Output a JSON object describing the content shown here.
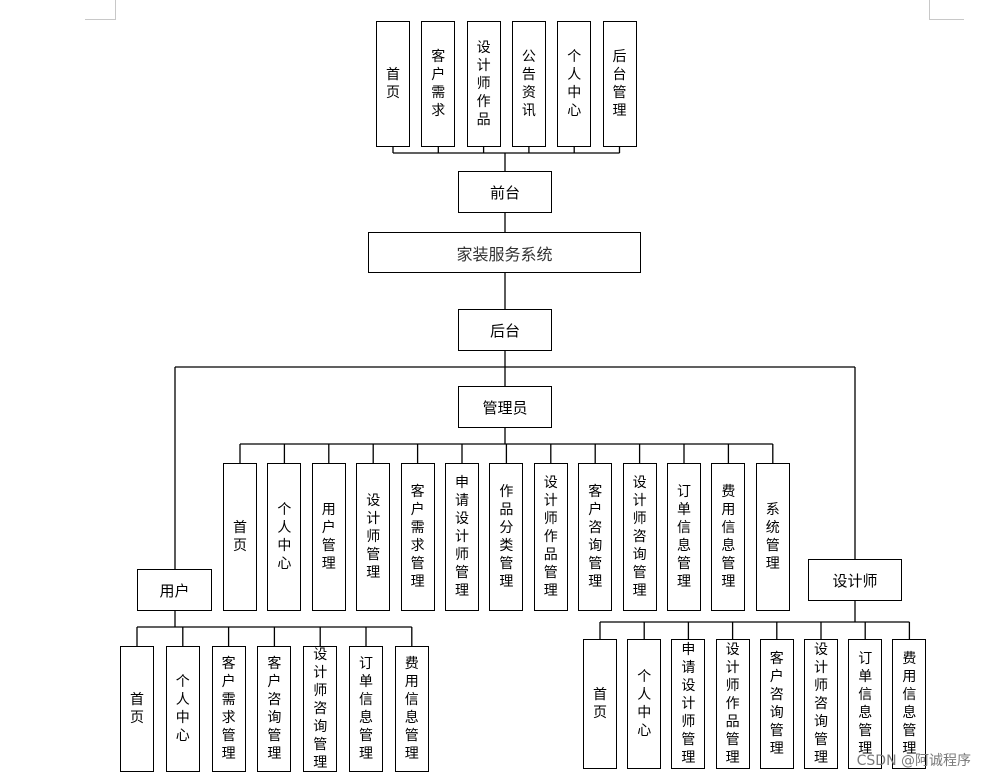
{
  "title": "家装服务系统",
  "front": {
    "label": "前台",
    "items": [
      "首页",
      "客户需求",
      "设计师作品",
      "公告资讯",
      "个人中心",
      "后台管理"
    ]
  },
  "back": {
    "label": "后台"
  },
  "admin": {
    "label": "管理员",
    "items": [
      "首页",
      "个人中心",
      "用户管理",
      "设计师管理",
      "客户需求管理",
      "申请设计师管理",
      "作品分类管理",
      "设计师作品管理",
      "客户咨询管理",
      "设计师咨询管理",
      "订单信息管理",
      "费用信息管理",
      "系统管理"
    ]
  },
  "user": {
    "label": "用户",
    "items": [
      "首页",
      "个人中心",
      "客户需求管理",
      "客户咨询管理",
      "设计师咨询管理",
      "订单信息管理",
      "费用信息管理"
    ]
  },
  "designer": {
    "label": "设计师",
    "items": [
      "首页",
      "个人中心",
      "申请设计师管理",
      "设计师作品管理",
      "客户咨询管理",
      "设计师咨询管理",
      "订单信息管理",
      "费用信息管理"
    ]
  },
  "watermark": "CSDN @阿诚程序"
}
